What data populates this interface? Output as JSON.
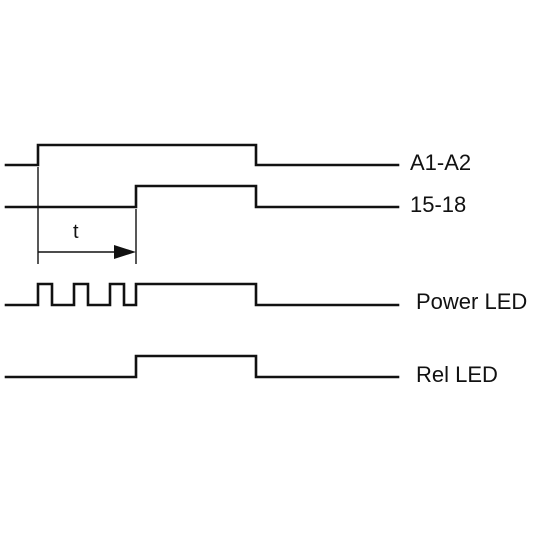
{
  "signals": [
    {
      "label": "A1-A2"
    },
    {
      "label": "15-18"
    },
    {
      "label": "Power LED"
    },
    {
      "label": "Rel LED"
    }
  ],
  "delay_label": "t",
  "colors": {
    "line": "#111111",
    "background": "#ffffff"
  }
}
